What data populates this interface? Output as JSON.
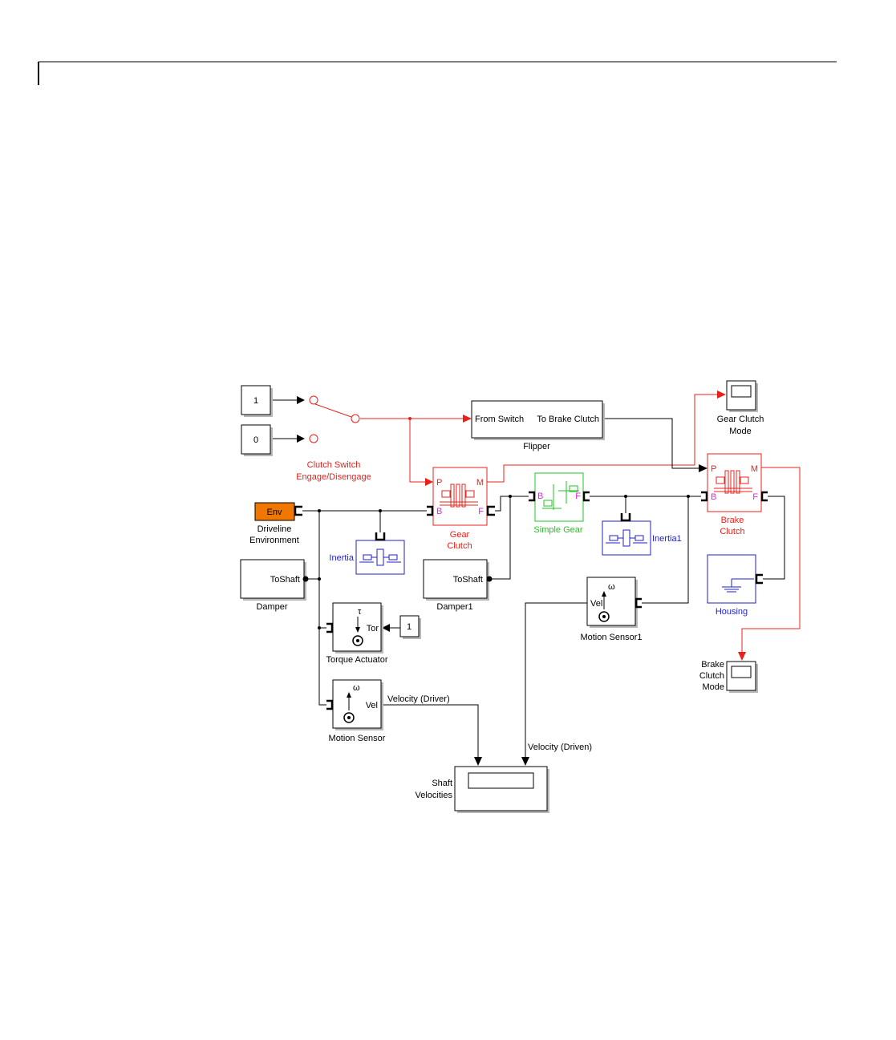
{
  "diagram": {
    "const1": "1",
    "const0": "0",
    "const_torque": "1",
    "switch_label_1": "Clutch Switch",
    "switch_label_2": "Engage/Disengage",
    "flipper_in": "From Switch",
    "flipper_out": "To Brake Clutch",
    "flipper_name": "Flipper",
    "gear_clutch_mode_1": "Gear Clutch",
    "gear_clutch_mode_2": "Mode",
    "env_block": "Env",
    "driveline_env_1": "Driveline",
    "driveline_env_2": "Environment",
    "gear_clutch_1": "Gear",
    "gear_clutch_2": "Clutch",
    "port_p": "P",
    "port_m": "M",
    "port_b": "B",
    "port_f": "F",
    "simple_gear": "Simple Gear",
    "brake_clutch_1": "Brake",
    "brake_clutch_2": "Clutch",
    "inertia": "Inertia",
    "inertia1": "Inertia1",
    "damper_port": "ToShaft",
    "damper": "Damper",
    "damper1_port": "ToShaft",
    "damper1": "Damper1",
    "housing": "Housing",
    "torque_symbol": "τ",
    "torque_port": "Tor",
    "torque_actuator": "Torque Actuator",
    "omega_symbol": "ω",
    "vel_port": "Vel",
    "motion_sensor": "Motion Sensor",
    "motion_sensor1": "Motion Sensor1",
    "velocity_driver": "Velocity (Driver)",
    "velocity_driven": "Velocity (Driven)",
    "brake_clutch_mode_1": "Brake",
    "brake_clutch_mode_2": "Clutch",
    "brake_clutch_mode_3": "Mode",
    "shaft_velocities_1": "Shaft",
    "shaft_velocities_2": "Velocities"
  },
  "colors": {
    "signal_red": "#e8211b",
    "mechanics_blue": "#1f1fc9",
    "gear_green": "#22c422",
    "port_magenta": "#e022e0",
    "env_orange": "#f07800"
  }
}
